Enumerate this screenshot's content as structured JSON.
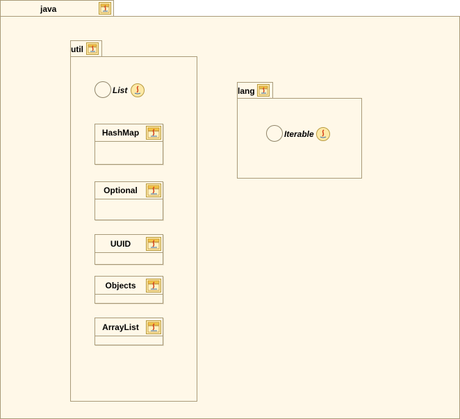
{
  "diagram": {
    "packages": {
      "java": {
        "name": "java"
      },
      "util": {
        "name": "util"
      },
      "lang": {
        "name": "lang"
      }
    },
    "util_interfaces": [
      {
        "name": "List"
      }
    ],
    "util_classes": [
      {
        "name": "HashMap"
      },
      {
        "name": "Optional"
      },
      {
        "name": "UUID"
      },
      {
        "name": "Objects"
      },
      {
        "name": "ArrayList"
      }
    ],
    "lang_interfaces": [
      {
        "name": "Iterable"
      }
    ],
    "icons": {
      "package": "java-package-icon",
      "class": "java-class-icon",
      "interface": "java-interface-icon"
    },
    "colors": {
      "fill": "#fff8e8",
      "border": "#a89a78",
      "icon_fill": "#fde9a6",
      "icon_accent": "#d43d1a"
    }
  }
}
